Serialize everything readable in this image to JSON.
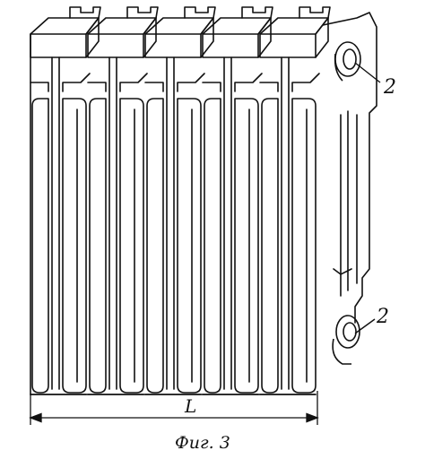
{
  "figure": {
    "caption": "Фиг. 3",
    "dimension_label": "L",
    "callouts": [
      "2",
      "2"
    ],
    "section_count": 5,
    "line_color": "#111111",
    "background_color": "#ffffff"
  }
}
